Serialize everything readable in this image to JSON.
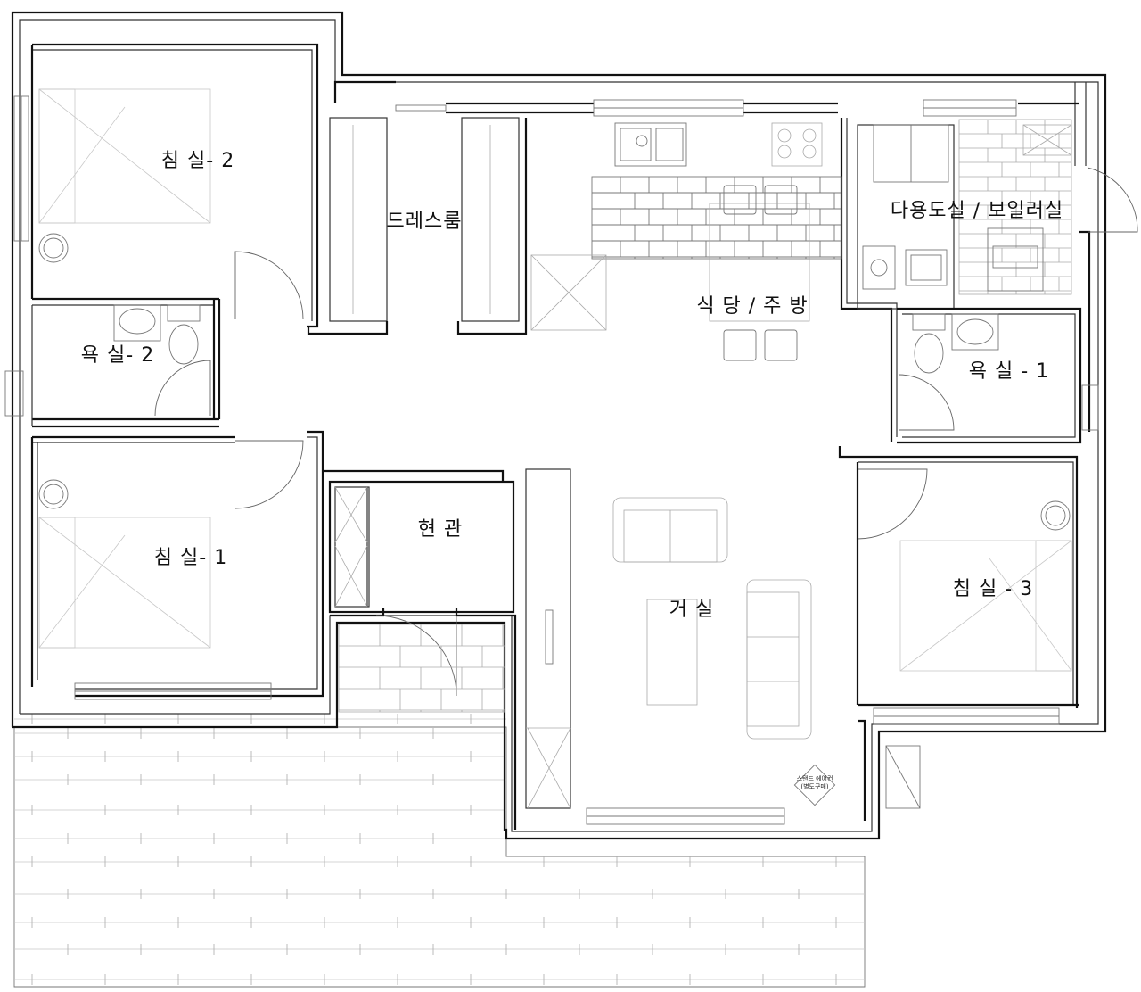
{
  "rooms": {
    "bedroom2": "침  실- 2",
    "dressroom": "드레스룸",
    "bath2": "욕  실- 2",
    "bedroom1": "침  실- 1",
    "entrance": "현  관",
    "dining_kitchen": "식  당  /  주  방",
    "utility_boiler": "다용도실   /   보일러실",
    "bath1": "욕  실  - 1",
    "living": "거  실",
    "bedroom3": "침  실  - 3"
  },
  "annotations": {
    "aircon_line1": "스탠드 에어컨",
    "aircon_line2": "(별도구매)"
  }
}
